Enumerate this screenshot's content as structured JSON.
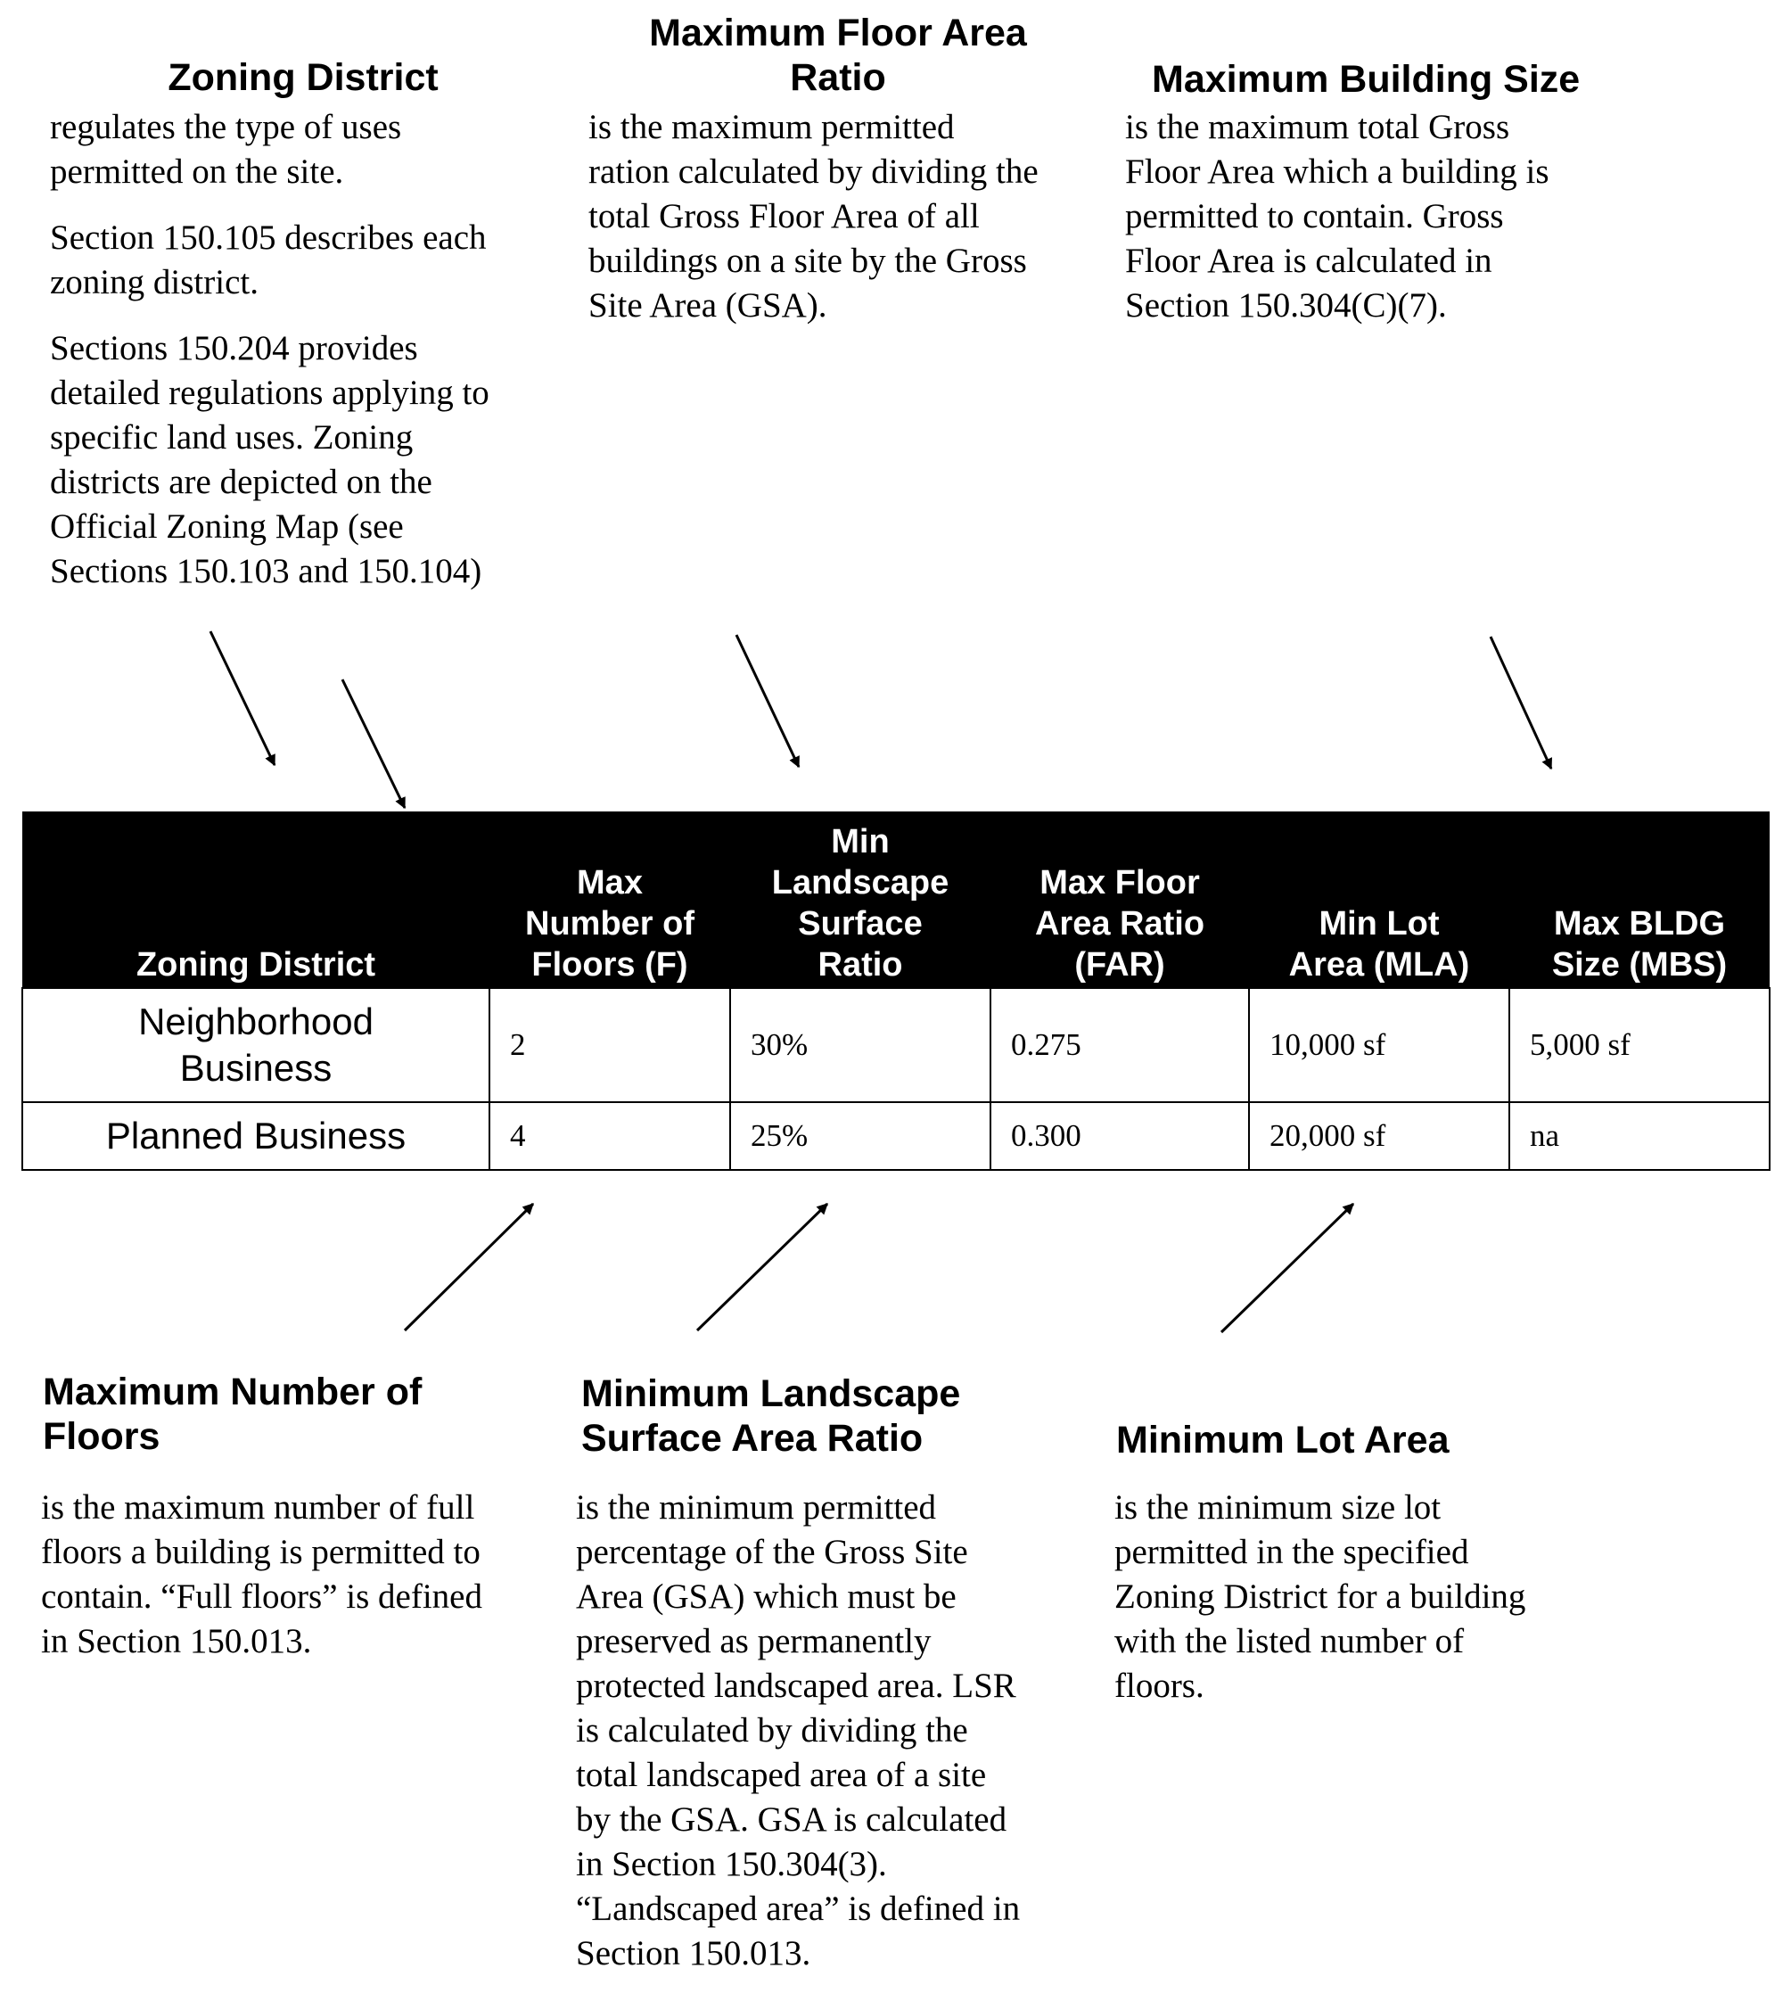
{
  "callouts_top": [
    {
      "title_lines": [
        "Zoning District"
      ],
      "paragraphs": [
        [
          "regulates the type of uses",
          "permitted on the site."
        ],
        [
          "Section 150.105 describes each",
          "zoning district."
        ],
        [
          "Sections 150.204 provides",
          "detailed regulations applying to",
          "specific land uses. Zoning",
          "districts are depicted on the",
          "Official Zoning Map (see",
          "Sections 150.103 and 150.104)"
        ]
      ]
    },
    {
      "title_lines": [
        "Maximum Floor Area",
        "Ratio"
      ],
      "paragraphs": [
        [
          "is the maximum permitted",
          "ration calculated by dividing the",
          "total Gross Floor Area of all",
          "buildings on a site by the Gross",
          "Site Area (GSA)."
        ]
      ]
    },
    {
      "title_lines": [
        "Maximum Building Size"
      ],
      "paragraphs": [
        [
          "is the maximum total Gross",
          "Floor Area which a building is",
          "permitted to contain. Gross",
          "Floor Area is calculated in",
          "Section 150.304(C)(7)."
        ]
      ]
    }
  ],
  "table": {
    "headers": [
      [
        "Zoning District"
      ],
      [
        "Max",
        "Number of",
        "Floors (F)"
      ],
      [
        "Min",
        "Landscape",
        "Surface",
        "Ratio"
      ],
      [
        "Max Floor",
        "Area Ratio",
        "(FAR)"
      ],
      [
        "Min Lot",
        "Area (MLA)"
      ],
      [
        "Max BLDG",
        "Size (MBS)"
      ]
    ],
    "rows": [
      {
        "district": [
          "Neighborhood",
          "Business"
        ],
        "cells": [
          "2",
          "30%",
          "0.275",
          "10,000 sf",
          "5,000 sf"
        ]
      },
      {
        "district": [
          "Planned Business"
        ],
        "cells": [
          "4",
          "25%",
          "0.300",
          "20,000 sf",
          "na"
        ]
      }
    ]
  },
  "callouts_bottom": [
    {
      "title_lines": [
        "Maximum Number of",
        "Floors"
      ],
      "paragraphs": [
        [
          "is the maximum number of full",
          "floors a building is permitted to",
          "contain. “Full floors” is defined",
          "in Section 150.013."
        ]
      ]
    },
    {
      "title_lines": [
        "Minimum Landscape",
        "Surface Area Ratio"
      ],
      "paragraphs": [
        [
          "is the minimum permitted",
          "percentage of the Gross Site",
          "Area (GSA) which must be",
          "preserved as permanently",
          "protected landscaped area. LSR",
          "is calculated by dividing the",
          "total landscaped area of a site",
          "by the GSA. GSA is calculated",
          "in Section 150.304(3).",
          "“Landscaped area” is defined in",
          "Section 150.013."
        ]
      ]
    },
    {
      "title_lines": [
        "Minimum Lot Area"
      ],
      "paragraphs": [
        [
          "is the minimum size lot",
          "permitted in the specified",
          "Zoning District for a building",
          "with the listed number of",
          "floors."
        ]
      ]
    }
  ]
}
